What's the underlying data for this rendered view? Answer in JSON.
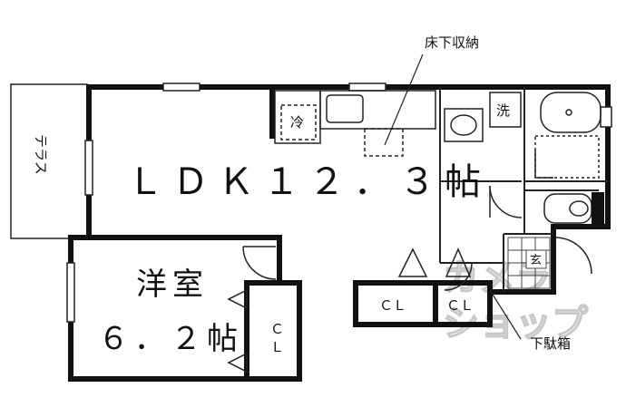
{
  "rooms": {
    "ldk": "ＬＤＫ１２．３帖",
    "western_name": "洋室",
    "western_size": "６．２帖",
    "terrace": "テラス",
    "closet_left": "ＣＬ",
    "closet_right": "ＣＬ",
    "closet_vertical": [
      "Ｃ",
      "Ｌ"
    ],
    "entrance": "玄",
    "fridge": "冷",
    "washer": "洗"
  },
  "callouts": {
    "underfloor_storage": "床下収納",
    "shoe_box": "下駄箱"
  },
  "watermark": {
    "line1": "カメラ",
    "line2": "ショップ"
  }
}
